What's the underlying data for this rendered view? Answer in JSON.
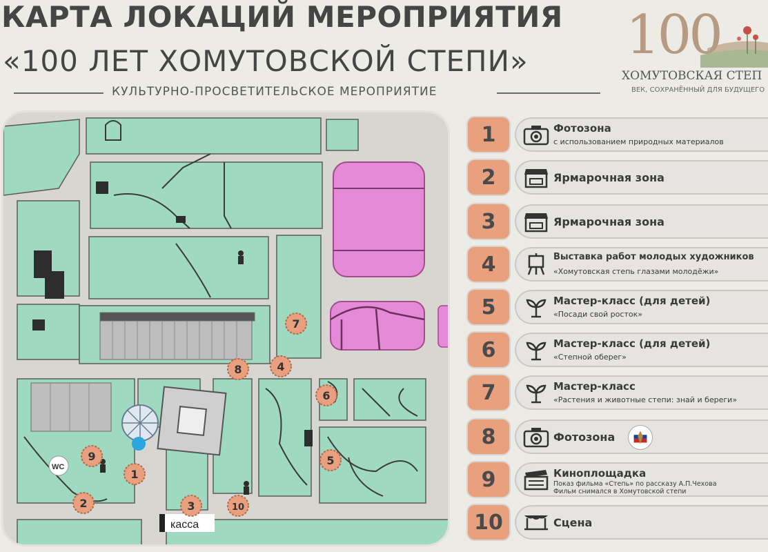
{
  "header": {
    "title_line1": "КАРТА ЛОКАЦИЙ МЕРОПРИЯТИЯ",
    "title_line2": "«100 ЛЕТ ХОМУТОВСКОЙ СТЕПИ»",
    "subtitle": "КУЛЬТУРНО-ПРОСВЕТИТЕЛЬСКОЕ МЕРОПРИЯТИЕ"
  },
  "logo": {
    "number": "100",
    "name": "ХОМУТОВСКАЯ СТЕП",
    "tagline": "ВЕК, СОХРАНЁННЫЙ ДЛЯ БУДУЩЕГО"
  },
  "map": {
    "wc_label": "WC",
    "kassa_label": "касса",
    "markers": [
      "1",
      "2",
      "3",
      "4",
      "5",
      "6",
      "7",
      "8",
      "9",
      "10"
    ]
  },
  "legend": [
    {
      "num": "1",
      "icon": "camera-icon",
      "title": "Фотозона",
      "sub": "с использованием природных материалов"
    },
    {
      "num": "2",
      "icon": "shop-icon",
      "title": "Ярмарочная зона",
      "sub": ""
    },
    {
      "num": "3",
      "icon": "shop-icon",
      "title": "Ярмарочная зона",
      "sub": ""
    },
    {
      "num": "4",
      "icon": "easel-icon",
      "title": "Выставка работ молодых художников",
      "sub": "«Хомутовская степь глазами молодёжи»"
    },
    {
      "num": "5",
      "icon": "sprout-icon",
      "title": "Мастер-класс (для детей)",
      "sub": "«Посади свой росток»"
    },
    {
      "num": "6",
      "icon": "sprout-icon",
      "title": "Мастер-класс (для детей)",
      "sub": "«Степной оберег»"
    },
    {
      "num": "7",
      "icon": "sprout-icon",
      "title": "Мастер-класс",
      "sub": "«Растения и животные степи: знай и береги»"
    },
    {
      "num": "8",
      "icon": "camera-icon",
      "title": "Фотозона",
      "sub": ""
    },
    {
      "num": "9",
      "icon": "clapperboard-icon",
      "title": "Киноплощадка",
      "sub": "Показ фильма «Степь» по рассказу А.П.Чехова",
      "sub2": "Фильм снимался в Хомутовской степи"
    },
    {
      "num": "10",
      "icon": "stage-icon",
      "title": "Сцена",
      "sub": ""
    }
  ]
}
